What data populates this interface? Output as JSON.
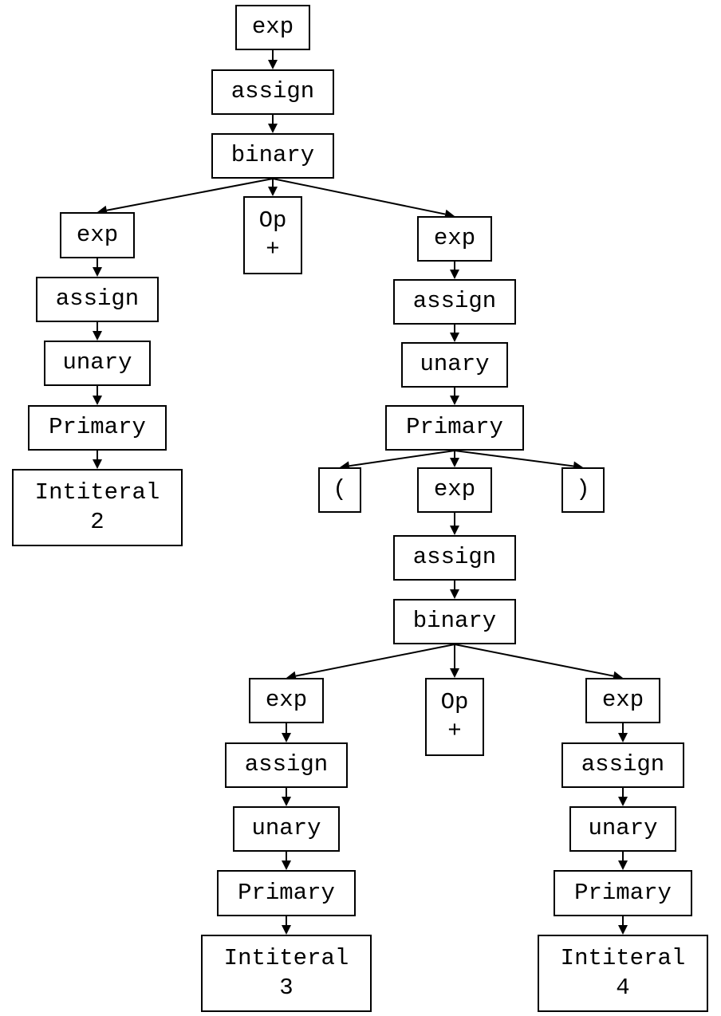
{
  "diagram": {
    "type": "parse-tree",
    "nodes": [
      {
        "id": "n1",
        "lines": [
          "exp"
        ]
      },
      {
        "id": "n2",
        "lines": [
          "assign"
        ]
      },
      {
        "id": "n3",
        "lines": [
          "binary"
        ]
      },
      {
        "id": "n4",
        "lines": [
          "exp"
        ]
      },
      {
        "id": "n5",
        "lines": [
          "Op",
          "+"
        ]
      },
      {
        "id": "n6",
        "lines": [
          "exp"
        ]
      },
      {
        "id": "n7",
        "lines": [
          "assign"
        ]
      },
      {
        "id": "n8",
        "lines": [
          "unary"
        ]
      },
      {
        "id": "n9",
        "lines": [
          "Primary"
        ]
      },
      {
        "id": "n10",
        "lines": [
          "Intiteral",
          "2"
        ]
      },
      {
        "id": "n11",
        "lines": [
          "assign"
        ]
      },
      {
        "id": "n12",
        "lines": [
          "unary"
        ]
      },
      {
        "id": "n13",
        "lines": [
          "Primary"
        ]
      },
      {
        "id": "n14",
        "lines": [
          "("
        ]
      },
      {
        "id": "n15",
        "lines": [
          "exp"
        ]
      },
      {
        "id": "n16",
        "lines": [
          ")"
        ]
      },
      {
        "id": "n17",
        "lines": [
          "assign"
        ]
      },
      {
        "id": "n18",
        "lines": [
          "binary"
        ]
      },
      {
        "id": "n19",
        "lines": [
          "exp"
        ]
      },
      {
        "id": "n20",
        "lines": [
          "Op",
          "+"
        ]
      },
      {
        "id": "n21",
        "lines": [
          "exp"
        ]
      },
      {
        "id": "n22",
        "lines": [
          "assign"
        ]
      },
      {
        "id": "n23",
        "lines": [
          "unary"
        ]
      },
      {
        "id": "n24",
        "lines": [
          "Primary"
        ]
      },
      {
        "id": "n25",
        "lines": [
          "Intiteral",
          "3"
        ]
      },
      {
        "id": "n26",
        "lines": [
          "assign"
        ]
      },
      {
        "id": "n27",
        "lines": [
          "unary"
        ]
      },
      {
        "id": "n28",
        "lines": [
          "Primary"
        ]
      },
      {
        "id": "n29",
        "lines": [
          "Intiteral",
          "4"
        ]
      }
    ],
    "edges": [
      [
        "n1",
        "n2"
      ],
      [
        "n2",
        "n3"
      ],
      [
        "n3",
        "n4"
      ],
      [
        "n3",
        "n5"
      ],
      [
        "n3",
        "n6"
      ],
      [
        "n4",
        "n7"
      ],
      [
        "n7",
        "n8"
      ],
      [
        "n8",
        "n9"
      ],
      [
        "n9",
        "n10"
      ],
      [
        "n6",
        "n11"
      ],
      [
        "n11",
        "n12"
      ],
      [
        "n12",
        "n13"
      ],
      [
        "n13",
        "n14"
      ],
      [
        "n13",
        "n15"
      ],
      [
        "n13",
        "n16"
      ],
      [
        "n15",
        "n17"
      ],
      [
        "n17",
        "n18"
      ],
      [
        "n18",
        "n19"
      ],
      [
        "n18",
        "n20"
      ],
      [
        "n18",
        "n21"
      ],
      [
        "n19",
        "n22"
      ],
      [
        "n22",
        "n23"
      ],
      [
        "n23",
        "n24"
      ],
      [
        "n24",
        "n25"
      ],
      [
        "n21",
        "n26"
      ],
      [
        "n26",
        "n27"
      ],
      [
        "n27",
        "n28"
      ],
      [
        "n28",
        "n29"
      ]
    ]
  }
}
